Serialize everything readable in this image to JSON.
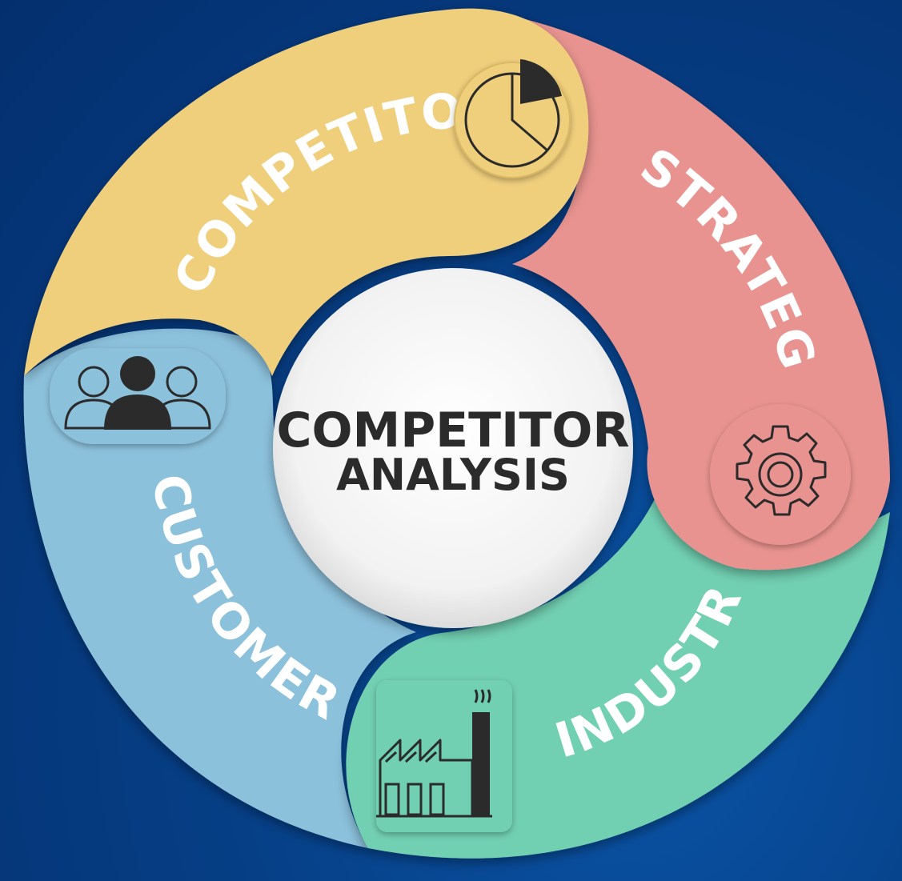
{
  "center": {
    "line1": "COMPETITOR",
    "line2": "ANALYSIS"
  },
  "segments": [
    {
      "label": "COMPETITOR",
      "color": "#f0cf7c",
      "icon": "pie-chart-icon"
    },
    {
      "label": "STRATEGY",
      "color": "#e8938f",
      "icon": "gear-icon"
    },
    {
      "label": "INDUSTRY",
      "color": "#72d0b2",
      "icon": "factory-icon"
    },
    {
      "label": "CUSTOMERS",
      "color": "#8cc1dc",
      "icon": "people-icon"
    }
  ],
  "colors": {
    "background": "#053f86",
    "icon_stroke": "#2b2b2b",
    "label": "#ffffff"
  }
}
